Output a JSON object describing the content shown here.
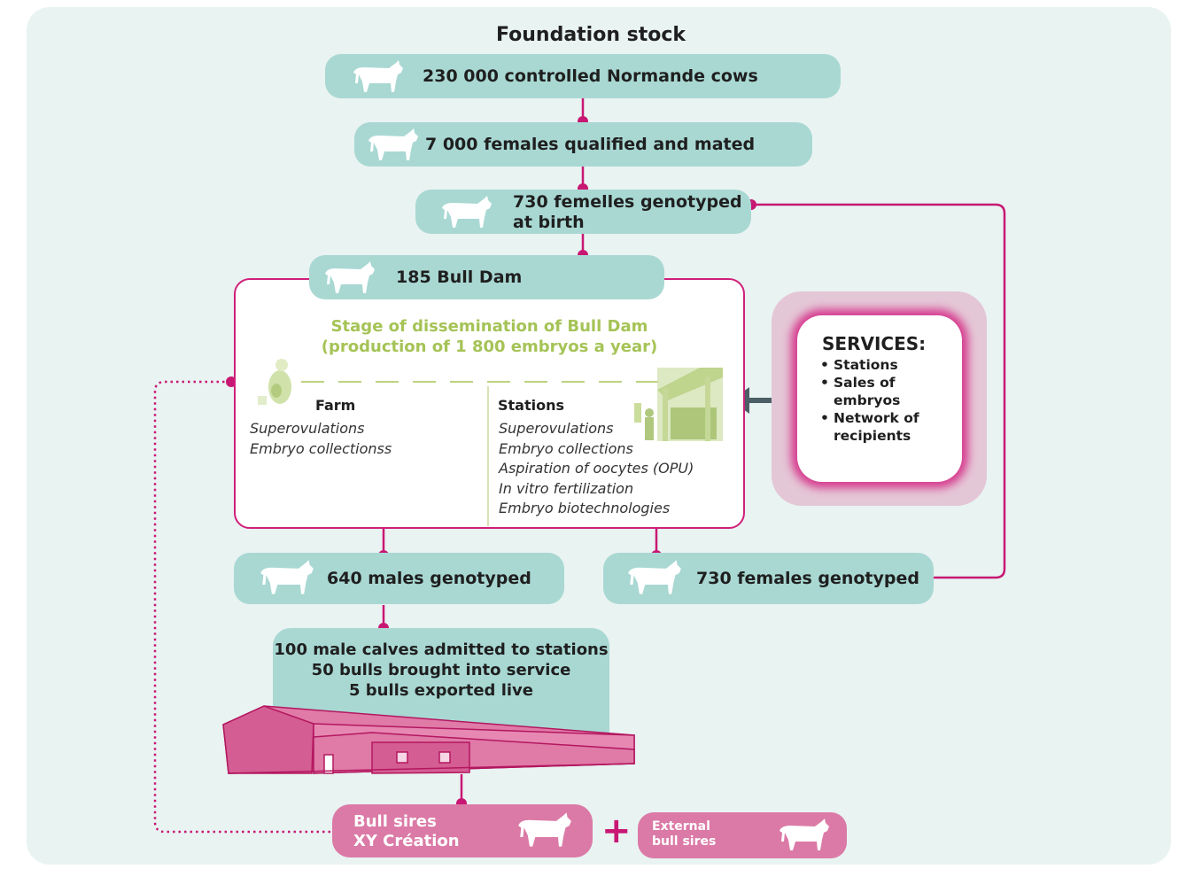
{
  "title": "Foundation stock",
  "steps": {
    "s1": "230 000 controlled Normande cows",
    "s2": "7 000 females qualified and mated",
    "s3_l1": "730 femelles genotyped",
    "s3_l2": "at birth",
    "s4": "185 Bull Dam"
  },
  "stage": {
    "line1": "Stage of dissemination of Bull Dam",
    "line2": "(production of 1 800 embryos a year)",
    "farm": {
      "title": "Farm",
      "items": [
        "Superovulations",
        "Embryo collectionss"
      ]
    },
    "stations": {
      "title": "Stations",
      "items": [
        "Superovulations",
        "Embryo collections",
        "Aspiration of oocytes (OPU)",
        "In vitro fertilization",
        "Embryo biotechnologies"
      ]
    }
  },
  "services": {
    "title": "SERVICES:",
    "items": [
      "Stations",
      "Sales of embryos",
      "Network of recipients"
    ]
  },
  "males": "640 males genotyped",
  "females": "730 females genotyped",
  "calves": {
    "l1": "100 male calves admitted to stations",
    "l2": "50 bulls brought into service",
    "l3": "5 bulls exported live"
  },
  "bull_sires": {
    "l1": "Bull sires",
    "l2": "XY Création"
  },
  "plus": "+",
  "external": {
    "l1": "External",
    "l2": "bull sires"
  },
  "colors": {
    "panel": "#e9f3f2",
    "box": "#a9d8d3",
    "magenta": "#c81773",
    "pink_box": "#db7aa6",
    "green_text": "#a5c356",
    "arrow": "#4c5f66"
  }
}
